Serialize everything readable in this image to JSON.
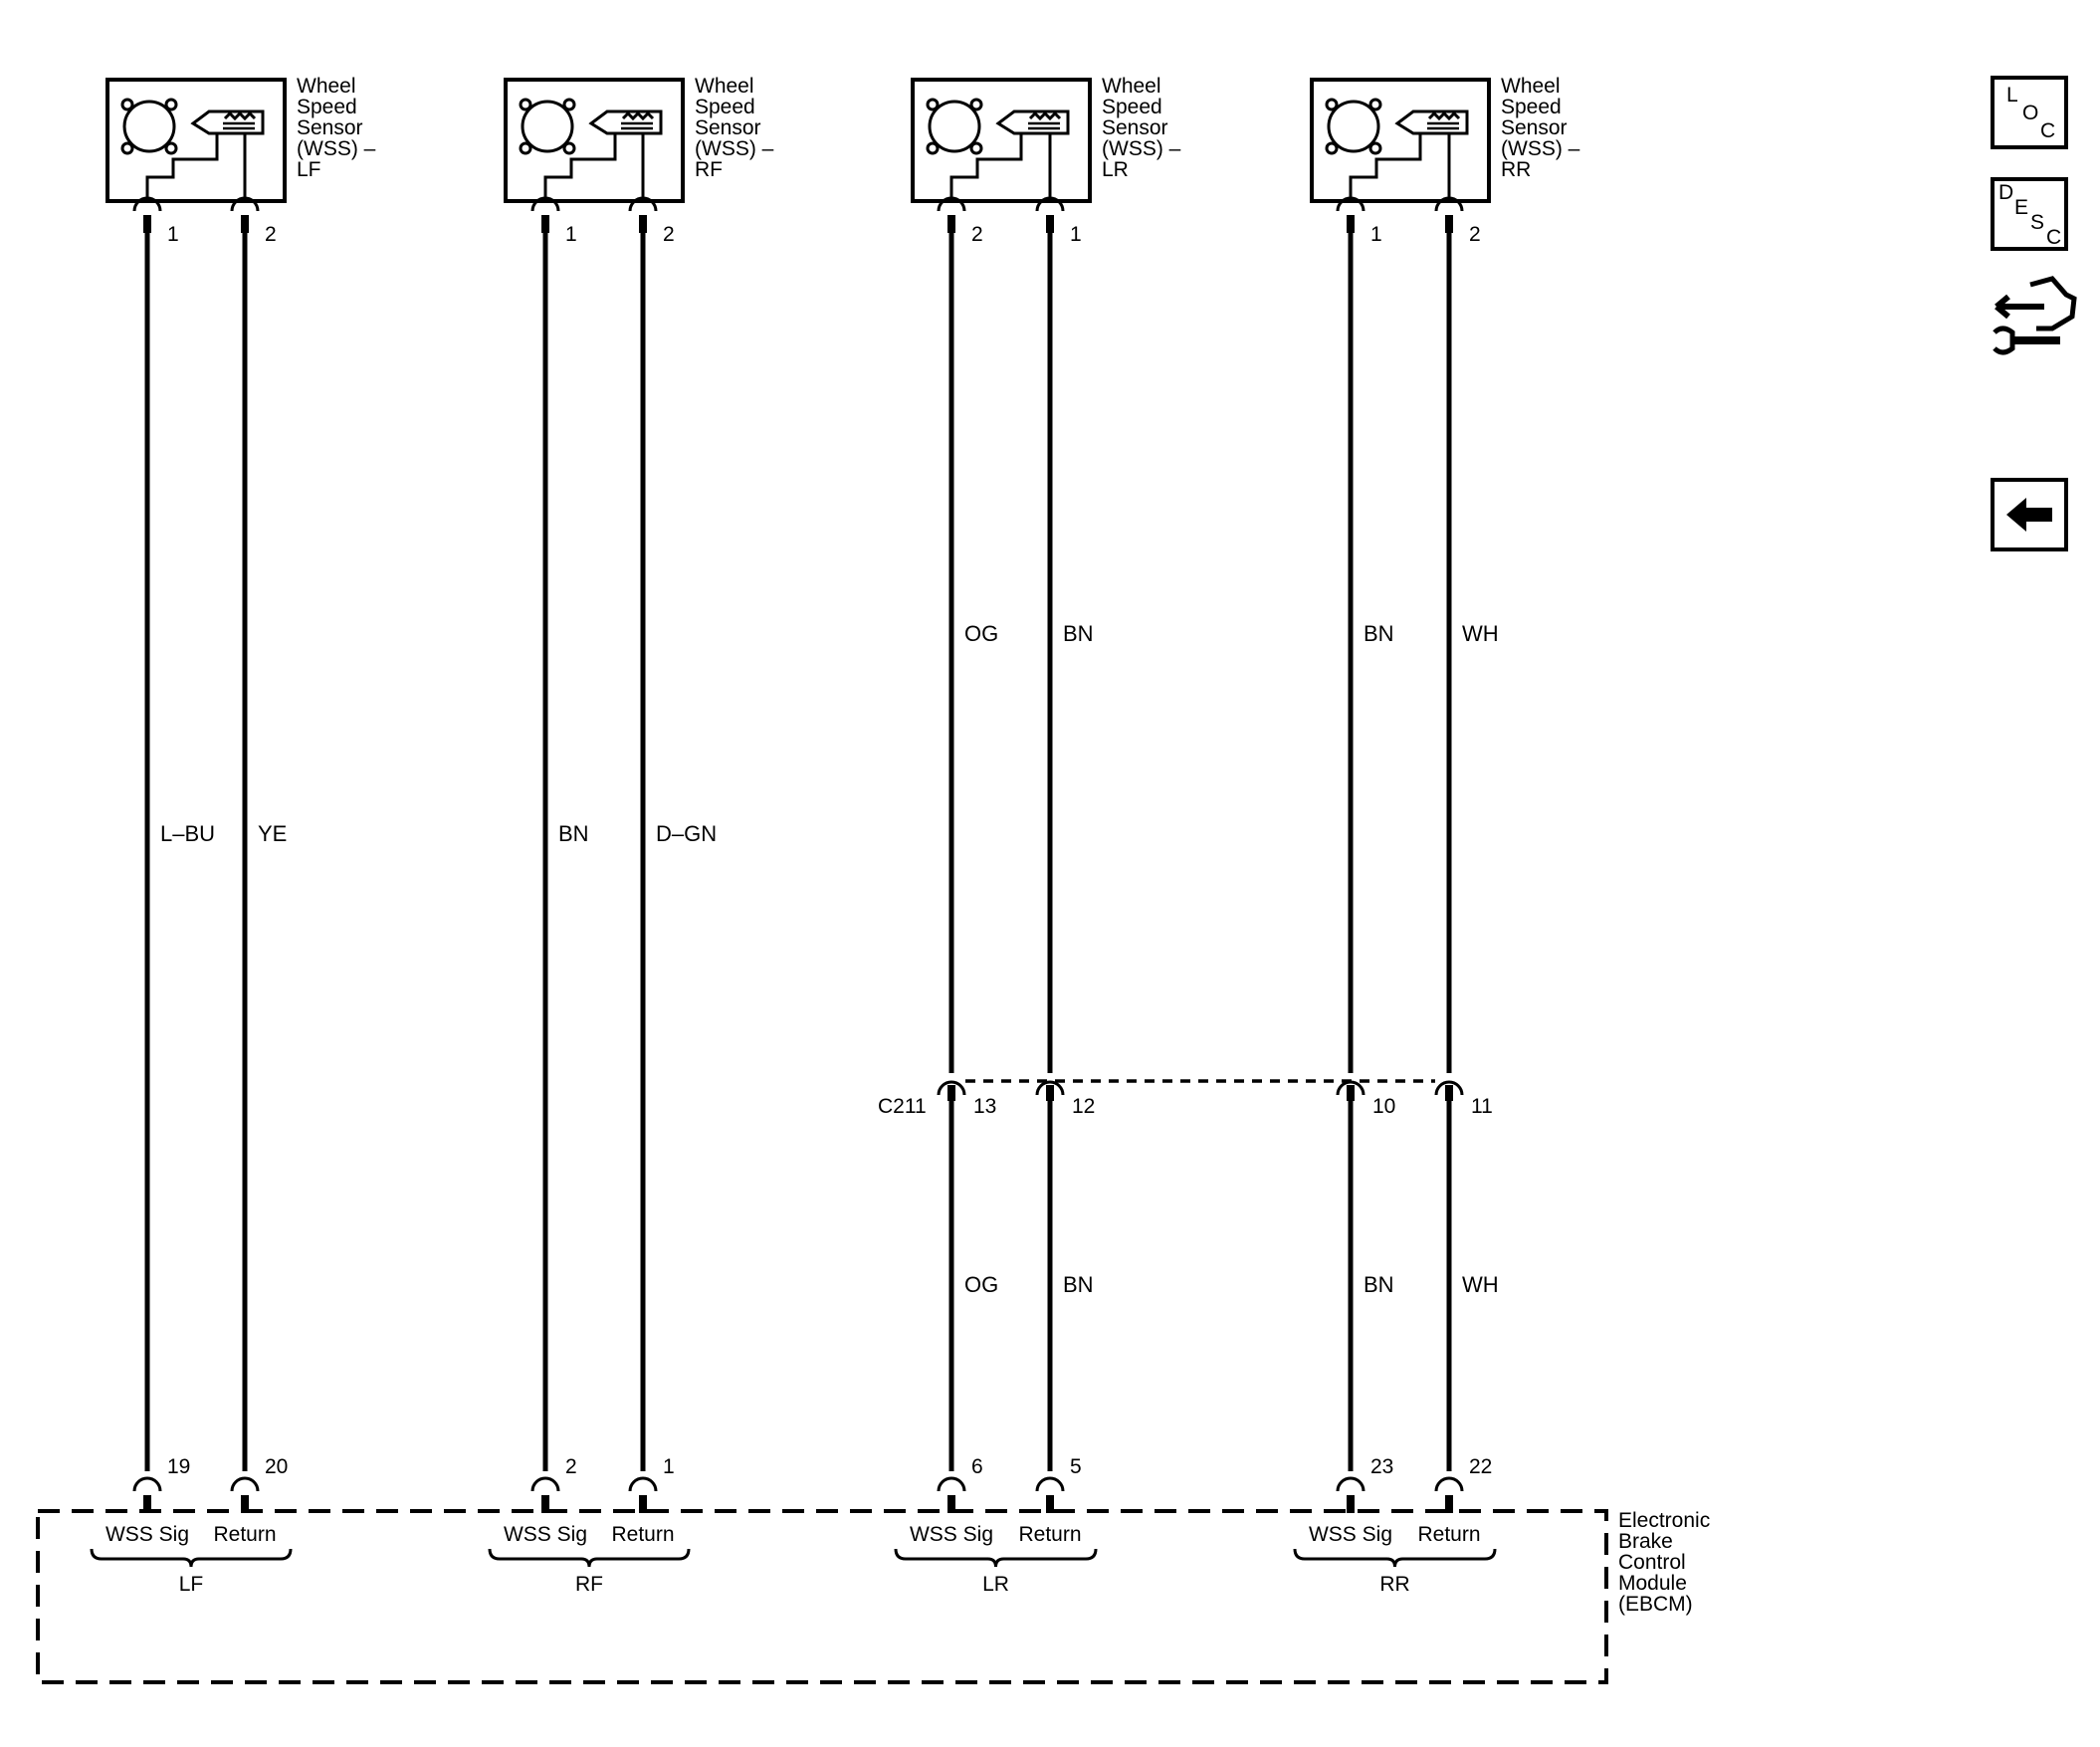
{
  "sensors": [
    {
      "name_lines": [
        "Wheel",
        "Speed",
        "Sensor",
        "(WSS) –",
        "LF"
      ],
      "pin_left": "1",
      "pin_right": "2",
      "color_left": "L–BU",
      "color_right": "YE",
      "module_pin_left": "19",
      "module_pin_right": "20",
      "label_left": "WSS Sig",
      "label_right": "Return",
      "group": "LF"
    },
    {
      "name_lines": [
        "Wheel",
        "Speed",
        "Sensor",
        "(WSS) –",
        "RF"
      ],
      "pin_left": "1",
      "pin_right": "2",
      "color_left": "BN",
      "color_right": "D–GN",
      "module_pin_left": "2",
      "module_pin_right": "1",
      "label_left": "WSS Sig",
      "label_right": "Return",
      "group": "RF"
    },
    {
      "name_lines": [
        "Wheel",
        "Speed",
        "Sensor",
        "(WSS) –",
        "LR"
      ],
      "pin_left": "2",
      "pin_right": "1",
      "color_left": "OG",
      "color_right": "BN",
      "c211_pin_left": "13",
      "c211_pin_right": "12",
      "color_left_lower": "OG",
      "color_right_lower": "BN",
      "module_pin_left": "6",
      "module_pin_right": "5",
      "label_left": "WSS Sig",
      "label_right": "Return",
      "group": "LR"
    },
    {
      "name_lines": [
        "Wheel",
        "Speed",
        "Sensor",
        "(WSS) –",
        "RR"
      ],
      "pin_left": "1",
      "pin_right": "2",
      "color_left": "BN",
      "color_right": "WH",
      "c211_pin_left": "10",
      "c211_pin_right": "11",
      "color_left_lower": "BN",
      "color_right_lower": "WH",
      "module_pin_left": "23",
      "module_pin_right": "22",
      "label_left": "WSS Sig",
      "label_right": "Return",
      "group": "RR"
    }
  ],
  "connector": {
    "name": "C211"
  },
  "module": {
    "name_lines": [
      "Electronic",
      "Brake",
      "Control",
      "Module",
      "(EBCM)"
    ]
  },
  "icons": [
    {
      "name": "loc-icon",
      "letters": [
        "L",
        "O",
        "C"
      ]
    },
    {
      "name": "desc-icon",
      "letters": [
        "D",
        "E",
        "S",
        "C"
      ]
    },
    {
      "name": "connector-repair-icon"
    },
    {
      "name": "back-arrow-icon"
    }
  ]
}
